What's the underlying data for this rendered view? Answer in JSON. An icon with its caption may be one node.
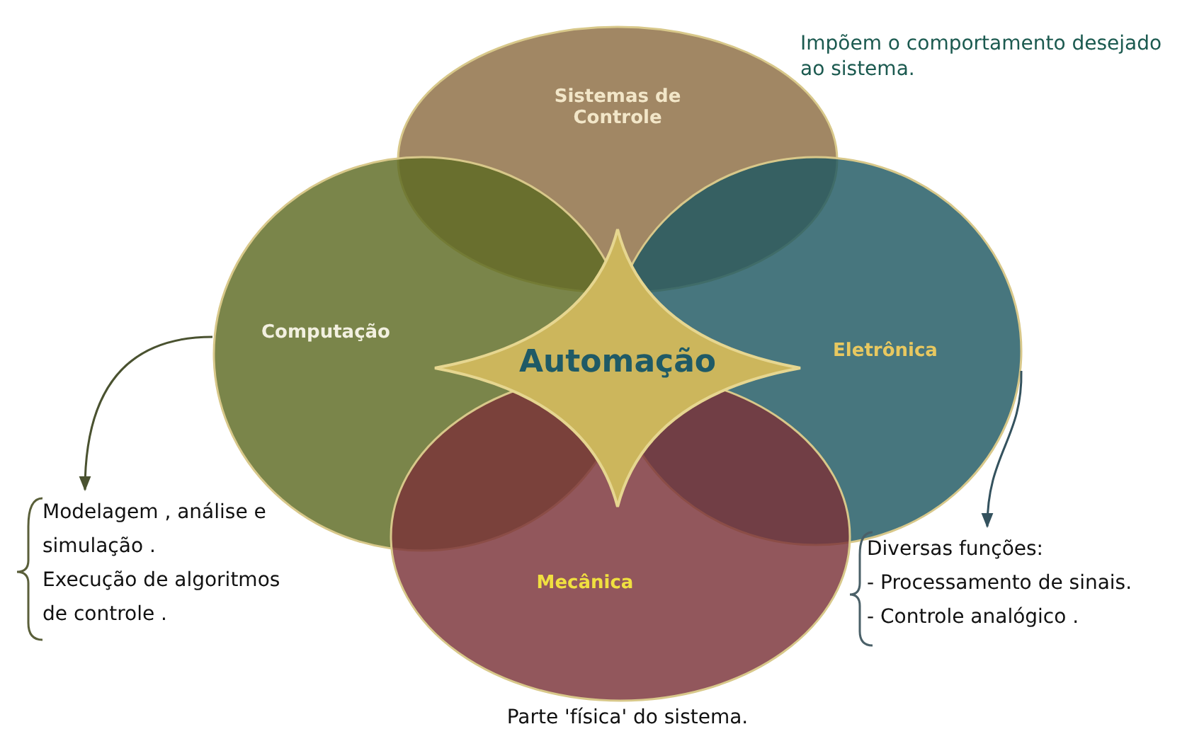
{
  "diagram": {
    "nodes": [
      {
        "text": [
          "Sistemas de Controle"
        ]
      },
      {
        "text": [
          "Computação"
        ]
      },
      {
        "text": [
          "Eletrônica"
        ]
      },
      {
        "text": [
          "Mecânica"
        ],
        "beside": [
          "Parte 'física' do sistema."
        ]
      },
      {
        "text": [
          "Automação"
        ]
      },
      {
        "text": [
          "Modelagem , análise e simulação .",
          "Execução de algoritmos de controle ."
        ]
      },
      {
        "text": [
          "Diversas funções:",
          "- Processamento de sinais.",
          "- Controle analógico ."
        ]
      }
    ],
    "edges": [
      {
        "from": 1,
        "to": 5,
        "arrow": "to"
      },
      {
        "from": 2,
        "to": 6,
        "arrow": "to"
      }
    ],
    "labels": [
      "Impõem o comportamento desejado ao sistema."
    ]
  }
}
